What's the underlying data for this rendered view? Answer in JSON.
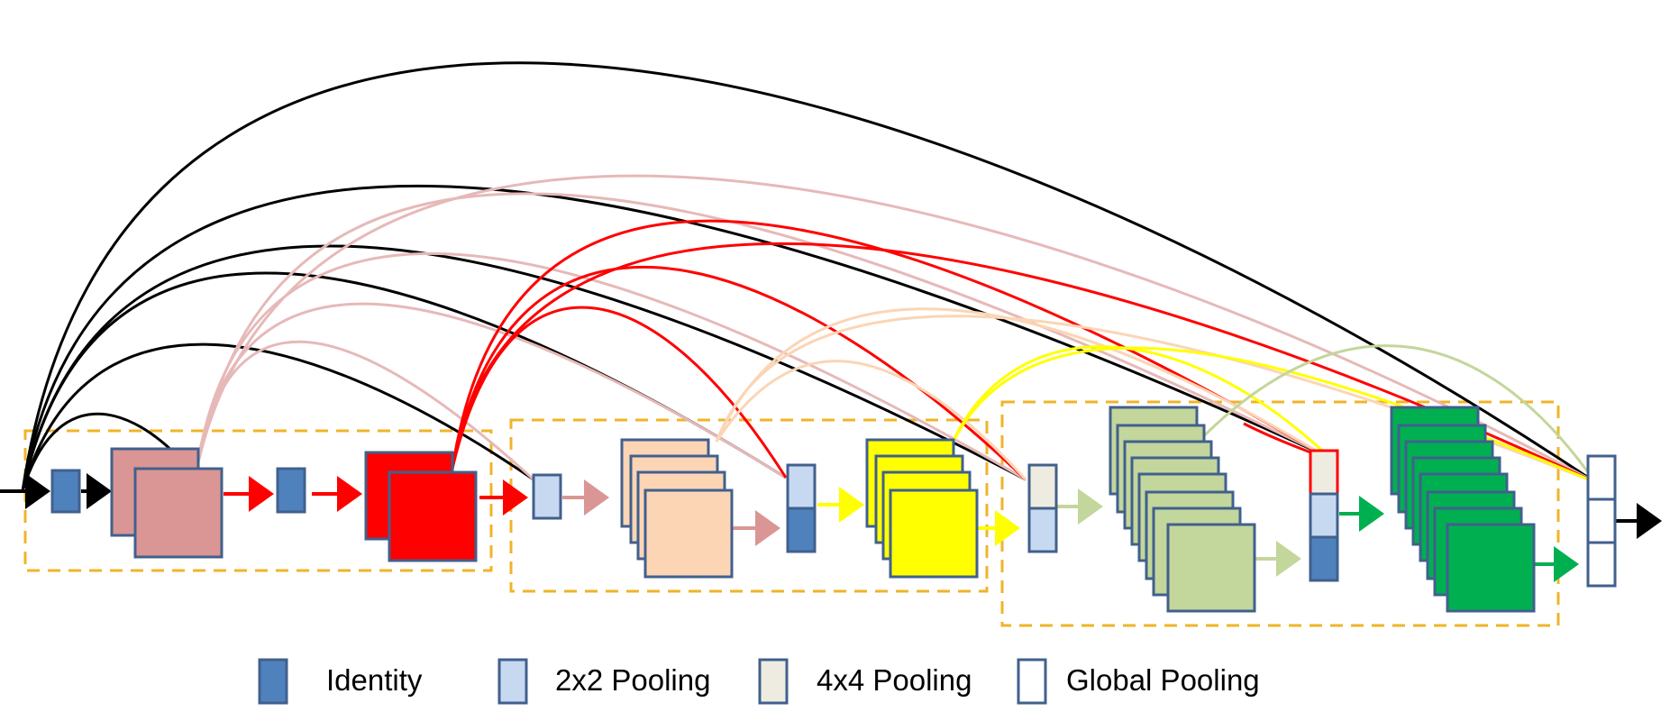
{
  "colors": {
    "black": "#000000",
    "block_border": "#41608d",
    "identity": "#4f81bd",
    "pool2": "#c6d9f1",
    "pool4": "#eeece1",
    "global": "#ffffff",
    "dashed_box": "#f0b429",
    "stage1_light": "#d99694",
    "stage1_red": "#ff0000",
    "stage2_peach": "#fcd5b5",
    "stage2_yellow": "#ffff00",
    "stage3_sage": "#c3d69b",
    "stage3_green": "#00b050",
    "arc_pink": "#e6b9b8",
    "arc_peach": "#fbd5b5",
    "arc_sage": "#c3d69b",
    "highlight_red": "#ff0000"
  },
  "legend": {
    "identity": "Identity",
    "pool2x2": "2x2 Pooling",
    "pool4x4": "4x4 Pooling",
    "global": "Global Pooling"
  },
  "icons": [
    "arrow-icon",
    "identity-block-icon",
    "pooling-block-icon"
  ]
}
